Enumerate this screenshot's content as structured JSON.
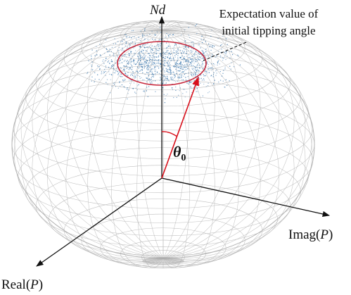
{
  "axes": {
    "vertical": "Nd",
    "horizontal_right": {
      "prefix": "Imag(",
      "var": "P",
      "suffix": ")"
    },
    "left_down": {
      "prefix": "Real(",
      "var": "P",
      "suffix": ")"
    }
  },
  "angle_label": {
    "symbol": "θ",
    "subscript": "0"
  },
  "annotation": {
    "line1": "Expectation value of",
    "line2": "initial tipping angle"
  },
  "colors": {
    "sphere_mesh": "#b4b4b4",
    "points": "#2f6fa8",
    "vector": "#d8101c",
    "cone_ring": "#c8283c",
    "axes": "#111111"
  }
}
